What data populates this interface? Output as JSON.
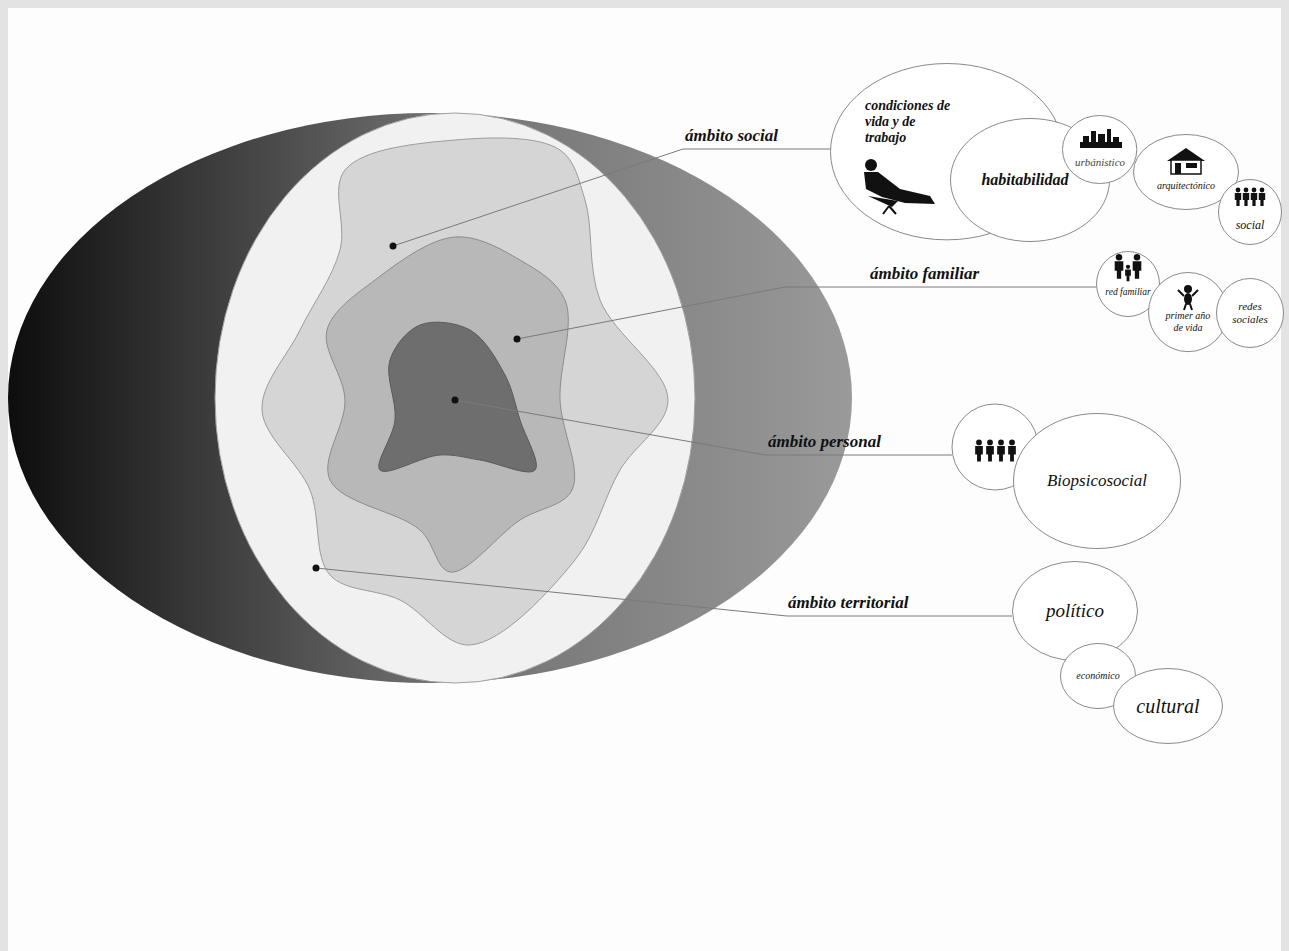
{
  "diagram": {
    "nodes": [
      {
        "text": [
          "condiciones de vida y de trabajo"
        ]
      },
      {
        "text": [
          "habitabilidad"
        ]
      },
      {
        "text": [
          "urbánistico"
        ]
      },
      {
        "text": [
          "arquitectónico"
        ]
      },
      {
        "text": [
          "social"
        ]
      },
      {
        "text": [
          "red familiar"
        ]
      },
      {
        "text": [
          "primer año de vida"
        ]
      },
      {
        "text": [
          "redes sociales"
        ]
      },
      {
        "text": [
          "Biopsicosocial"
        ]
      },
      {
        "text": [
          "político"
        ]
      },
      {
        "text": [
          "económico"
        ]
      },
      {
        "text": [
          "cultural"
        ]
      }
    ],
    "labels": [
      "ámbito social",
      "ámbito familiar",
      "ámbito personal",
      "ámbito territorial"
    ]
  }
}
